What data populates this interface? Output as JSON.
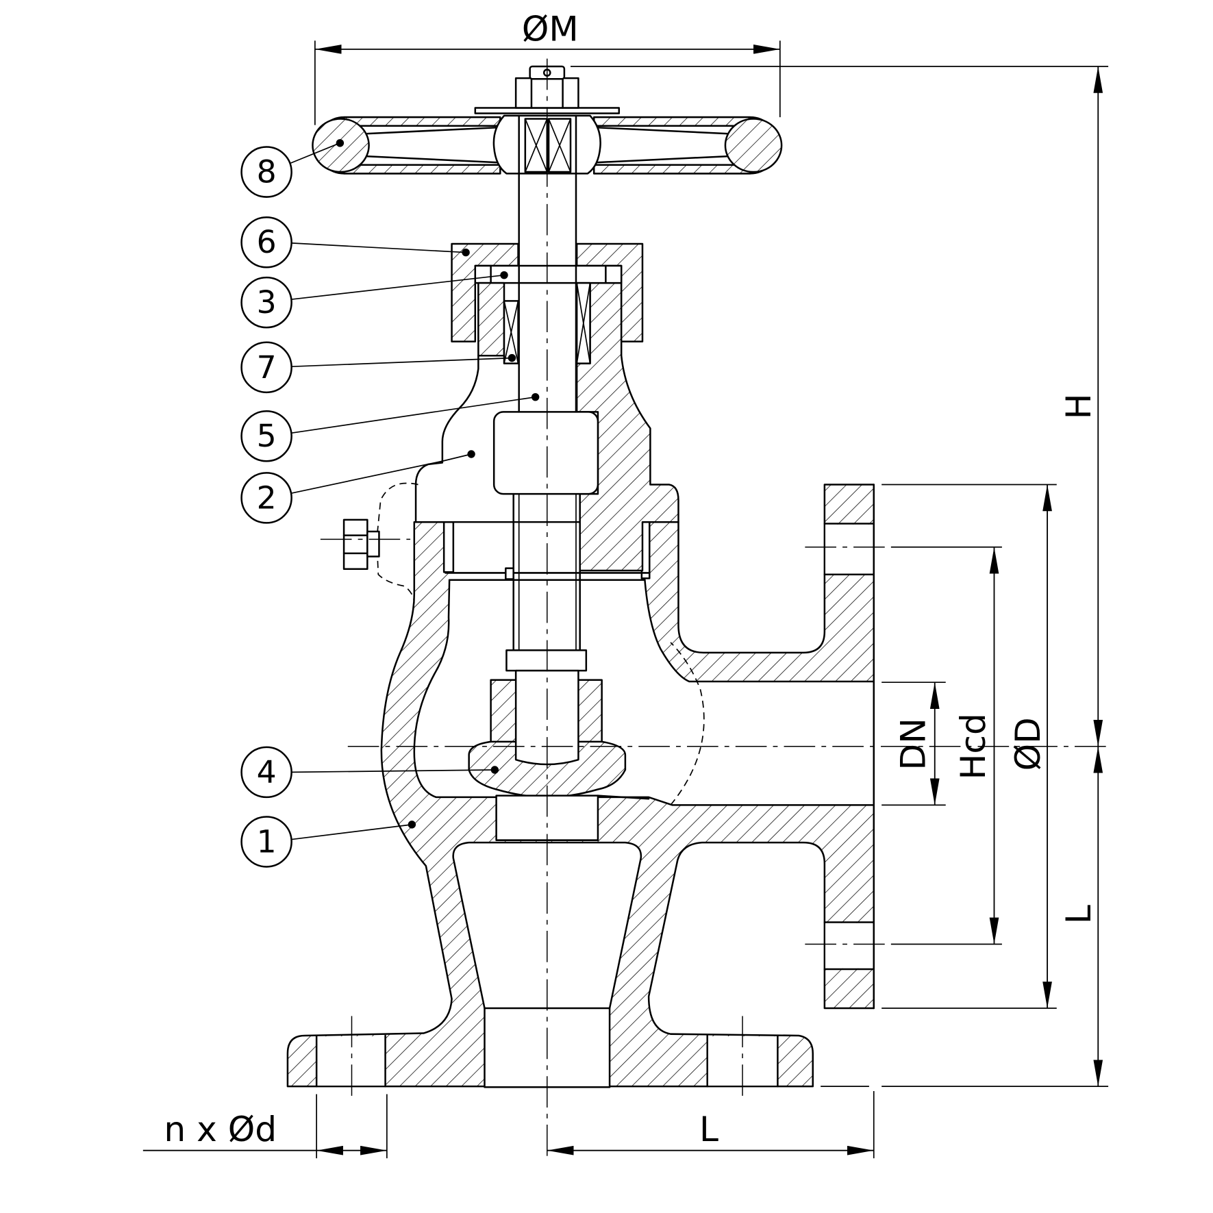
{
  "dimensions": {
    "handwheel_diameter": "ØM",
    "height": "H",
    "length_right": "L",
    "flange_diameter": "ØD",
    "bolt_circle": "Hcd",
    "nominal_diameter": "DN",
    "length_bottom": "L",
    "bolt_holes": "n x Ød"
  },
  "balloons": [
    {
      "label": "8"
    },
    {
      "label": "6"
    },
    {
      "label": "3"
    },
    {
      "label": "7"
    },
    {
      "label": "5"
    },
    {
      "label": "2"
    },
    {
      "label": "4"
    },
    {
      "label": "1"
    }
  ],
  "colors": {
    "line": "#000000",
    "background": "#ffffff"
  }
}
